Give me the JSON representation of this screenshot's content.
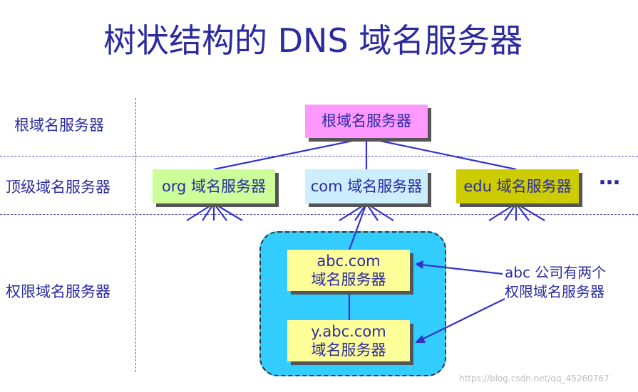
{
  "title": "树状结构的 DNS 域名服务器",
  "levels": {
    "root": "根域名服务器",
    "top": "顶级域名服务器",
    "authoritative": "权限域名服务器"
  },
  "nodes": {
    "root": {
      "label": "根域名服务器",
      "color": "#ff99ff"
    },
    "org": {
      "label": "org 域名服务器",
      "color": "#ccff99"
    },
    "com": {
      "label": "com 域名服务器",
      "color": "#cceeff"
    },
    "edu": {
      "label": "edu 域名服务器",
      "color": "#cccc00"
    },
    "abc": {
      "line1": "abc.com",
      "line2": "域名服务器",
      "color": "#ffff99"
    },
    "yabc": {
      "line1": "y.abc.com",
      "line2": "域名服务器",
      "color": "#ffff99"
    }
  },
  "group_color": "#33ccff",
  "ellipsis": "…",
  "note": {
    "line1": "abc 公司有两个",
    "line2": "权限域名服务器"
  },
  "watermark": "https://blog.csdn.net/qq_45260767",
  "line_color": "#3333cc"
}
